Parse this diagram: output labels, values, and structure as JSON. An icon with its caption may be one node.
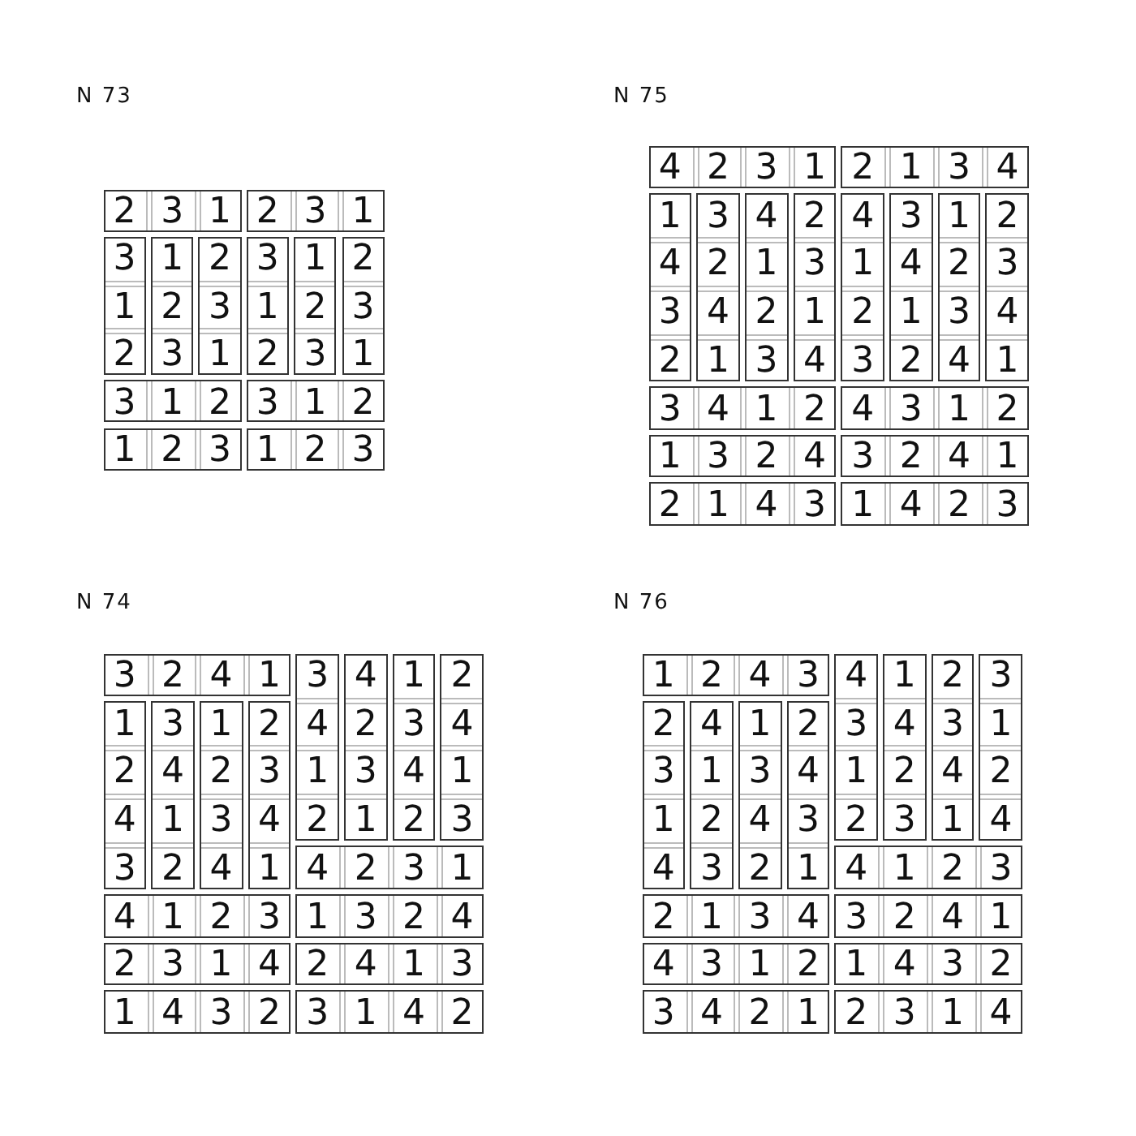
{
  "diagram": {
    "labels": [
      "N 73",
      "2",
      "3",
      "1",
      "2",
      "3",
      "1",
      "3",
      "1",
      "2",
      "3",
      "1",
      "2",
      "1",
      "2",
      "3",
      "1",
      "2",
      "3",
      "2",
      "3",
      "1",
      "2",
      "3",
      "1",
      "3",
      "1",
      "2",
      "3",
      "1",
      "2",
      "1",
      "2",
      "3",
      "1",
      "2",
      "3",
      "N 75",
      "4",
      "2",
      "3",
      "1",
      "2",
      "1",
      "3",
      "4",
      "1",
      "3",
      "4",
      "2",
      "4",
      "3",
      "1",
      "2",
      "4",
      "2",
      "1",
      "3",
      "1",
      "4",
      "2",
      "3",
      "3",
      "4",
      "2",
      "1",
      "2",
      "1",
      "3",
      "4",
      "2",
      "1",
      "3",
      "4",
      "3",
      "2",
      "4",
      "1",
      "3",
      "4",
      "1",
      "2",
      "4",
      "3",
      "1",
      "2",
      "1",
      "3",
      "2",
      "4",
      "3",
      "2",
      "4",
      "1",
      "2",
      "1",
      "4",
      "3",
      "1",
      "4",
      "2",
      "3",
      "N 74",
      "3",
      "2",
      "4",
      "1",
      "3",
      "4",
      "1",
      "2",
      "1",
      "3",
      "1",
      "2",
      "4",
      "2",
      "3",
      "4",
      "2",
      "4",
      "2",
      "3",
      "1",
      "3",
      "4",
      "1",
      "4",
      "1",
      "3",
      "4",
      "2",
      "1",
      "2",
      "3",
      "3",
      "2",
      "4",
      "1",
      "4",
      "2",
      "3",
      "1",
      "4",
      "1",
      "2",
      "3",
      "1",
      "3",
      "2",
      "4",
      "2",
      "3",
      "1",
      "4",
      "2",
      "4",
      "1",
      "3",
      "1",
      "4",
      "3",
      "2",
      "3",
      "1",
      "4",
      "2",
      "N 76",
      "1",
      "2",
      "4",
      "3",
      "4",
      "1",
      "2",
      "3",
      "2",
      "4",
      "1",
      "2",
      "3",
      "4",
      "3",
      "1",
      "3",
      "1",
      "3",
      "4",
      "1",
      "2",
      "4",
      "2",
      "1",
      "2",
      "4",
      "3",
      "2",
      "3",
      "1",
      "4",
      "4",
      "3",
      "2",
      "1",
      "4",
      "1",
      "2",
      "3",
      "2",
      "1",
      "3",
      "4",
      "3",
      "2",
      "4",
      "1",
      "4",
      "3",
      "1",
      "2",
      "1",
      "4",
      "3",
      "2",
      "3",
      "4",
      "2",
      "1",
      "2",
      "3",
      "1",
      "4"
    ]
  }
}
